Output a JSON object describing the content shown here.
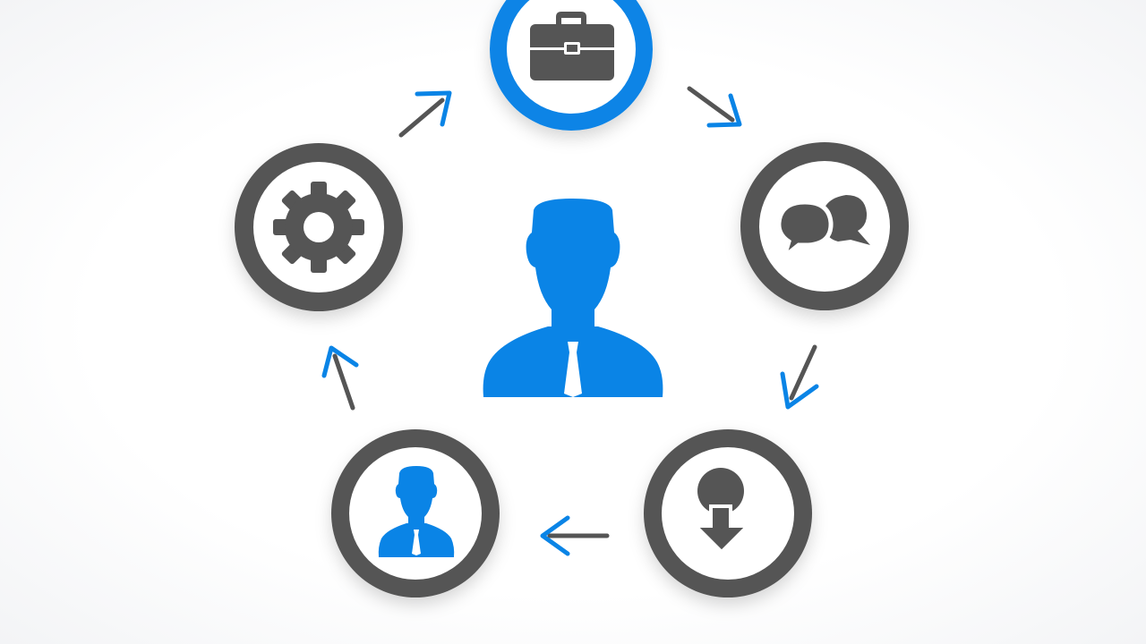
{
  "colors": {
    "accent": "#0a84e6",
    "ring": "#555555",
    "icon": "#555555",
    "fill": "#ffffff"
  },
  "center": {
    "icon": "businessman-icon",
    "color": "#0a84e6"
  },
  "nodes": [
    {
      "id": "briefcase",
      "icon": "briefcase-icon",
      "highlighted": true
    },
    {
      "id": "chat",
      "icon": "chat-bubbles-icon",
      "highlighted": false
    },
    {
      "id": "download",
      "icon": "download-arrow-icon",
      "highlighted": false
    },
    {
      "id": "user",
      "icon": "small-user-icon",
      "highlighted": false
    },
    {
      "id": "settings",
      "icon": "gear-icon",
      "highlighted": false
    }
  ],
  "arrows": [
    {
      "from": "briefcase",
      "to": "chat"
    },
    {
      "from": "chat",
      "to": "download"
    },
    {
      "from": "download",
      "to": "user"
    },
    {
      "from": "user",
      "to": "settings"
    },
    {
      "from": "settings",
      "to": "briefcase"
    }
  ]
}
